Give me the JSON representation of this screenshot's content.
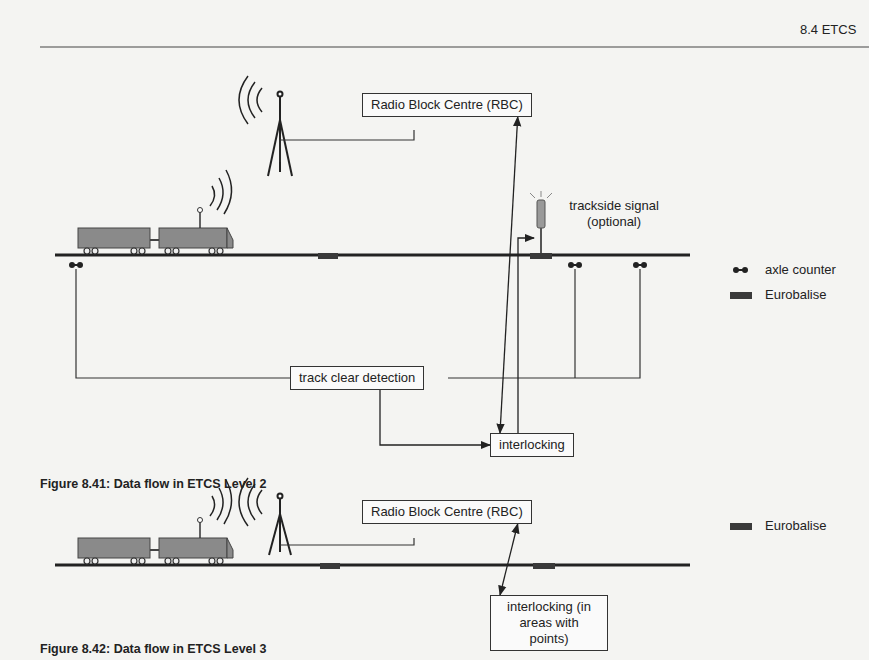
{
  "diagram": {
    "nodes": [
      {
        "text": [
          "Radio Block Centre (RBC)"
        ]
      },
      {
        "text": [
          "track clear detection"
        ]
      },
      {
        "text": [
          "interlocking"
        ]
      },
      {
        "text": [
          "Radio Block Centre (RBC)"
        ]
      },
      {
        "text": [
          "interlocking (in areas with points)"
        ]
      }
    ],
    "edges": [
      {
        "from": 0,
        "to": 2,
        "arrow": "both"
      },
      {
        "from": 1,
        "to": 2,
        "arrow": "to"
      },
      {
        "from": 3,
        "to": 4,
        "arrow": "both"
      }
    ],
    "labels": [
      "8.4 ETCS",
      "trackside signal (optional)",
      "Figure 8.41: Data flow in ETCS Level 2",
      "Figure 8.42: Data flow in ETCS Level 3"
    ],
    "legend": [
      {
        "text": "axle counter"
      },
      {
        "text": "Eurobalise",
        "color": "#3a3a3a"
      },
      {
        "text": "Eurobalise",
        "color": "#3a3a3a"
      }
    ]
  }
}
